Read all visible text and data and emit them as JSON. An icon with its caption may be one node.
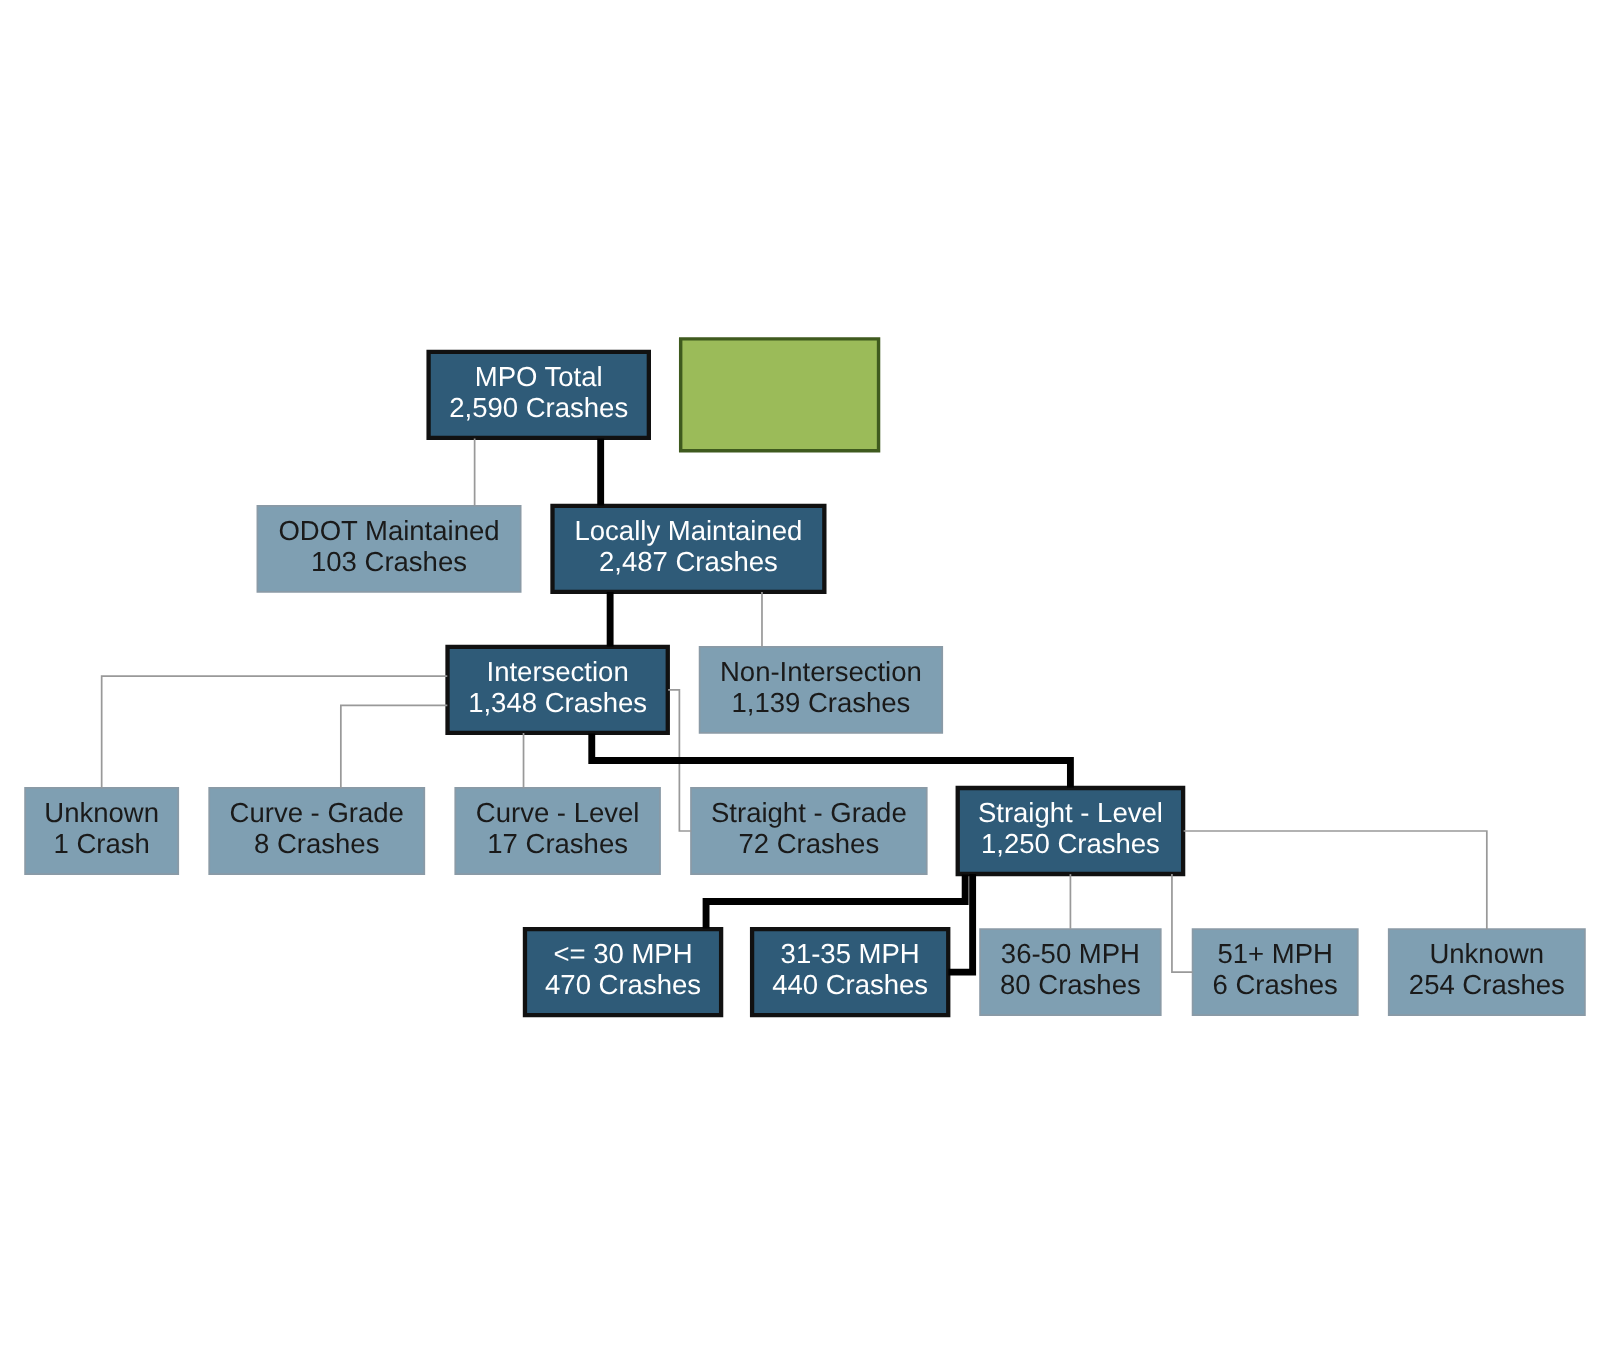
{
  "diagram": {
    "nodes": [
      {
        "text": [
          "MPO Total",
          "2,590 Crashes"
        ]
      },
      {
        "text": [
          "ODOT Maintained",
          "103 Crashes"
        ]
      },
      {
        "text": [
          "Locally Maintained",
          "2,487 Crashes"
        ]
      },
      {
        "text": [
          "Intersection",
          "1,348 Crashes"
        ]
      },
      {
        "text": [
          "Non-Intersection",
          "1,139 Crashes"
        ]
      },
      {
        "text": [
          "Unknown",
          "1 Crash"
        ]
      },
      {
        "text": [
          "Curve - Grade",
          "8 Crashes"
        ]
      },
      {
        "text": [
          "Curve - Level",
          "17 Crashes"
        ]
      },
      {
        "text": [
          "Straight - Grade",
          "72 Crashes"
        ]
      },
      {
        "text": [
          "Straight - Level",
          "1,250 Crashes"
        ]
      },
      {
        "text": [
          "<= 30 MPH",
          "470 Crashes"
        ]
      },
      {
        "text": [
          "31-35 MPH",
          "440 Crashes"
        ]
      },
      {
        "text": [
          "36-50 MPH",
          "80 Crashes"
        ]
      },
      {
        "text": [
          "51+ MPH",
          "6 Crashes"
        ]
      },
      {
        "text": [
          "Unknown",
          "254 Crashes"
        ]
      },
      {
        "text": [],
        "shape": "box"
      }
    ],
    "edges": [
      {
        "from": 0,
        "to": 1,
        "arrow": "none"
      },
      {
        "from": 0,
        "to": 2,
        "arrow": "none",
        "style": "thick",
        "color": "#000000"
      },
      {
        "from": 2,
        "to": 3,
        "arrow": "none",
        "style": "thick",
        "color": "#000000"
      },
      {
        "from": 2,
        "to": 4,
        "arrow": "none"
      },
      {
        "from": 3,
        "to": 5,
        "arrow": "none"
      },
      {
        "from": 3,
        "to": 6,
        "arrow": "none"
      },
      {
        "from": 3,
        "to": 7,
        "arrow": "none"
      },
      {
        "from": 3,
        "to": 8,
        "arrow": "none"
      },
      {
        "from": 3,
        "to": 9,
        "arrow": "none",
        "style": "thick",
        "color": "#000000"
      },
      {
        "from": 9,
        "to": 10,
        "arrow": "none",
        "style": "thick",
        "color": "#000000"
      },
      {
        "from": 9,
        "to": 11,
        "arrow": "none",
        "style": "thick",
        "color": "#000000"
      },
      {
        "from": 9,
        "to": 12,
        "arrow": "none"
      },
      {
        "from": 9,
        "to": 13,
        "arrow": "none"
      },
      {
        "from": 9,
        "to": 14,
        "arrow": "none"
      }
    ]
  }
}
